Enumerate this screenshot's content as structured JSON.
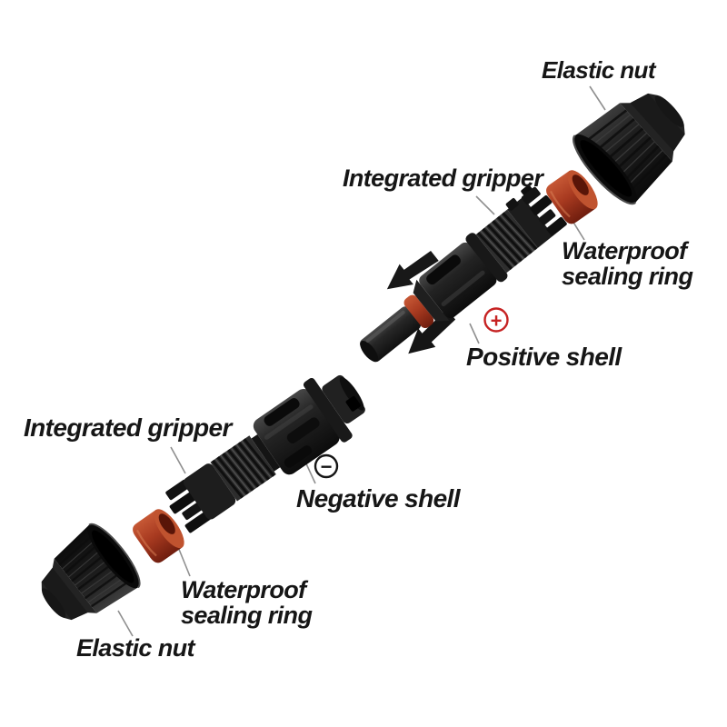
{
  "image_type": "product-exploded-view-photo",
  "subject": "solar panel cable connector pair (positive and negative) with accessories",
  "labels": {
    "elastic_nut_top": "Elastic nut",
    "integrated_gripper_top": "Integrated gripper",
    "waterproof_top_line1": "Waterproof",
    "waterproof_top_line2": "sealing ring",
    "positive_shell": "Positive shell",
    "positive_symbol": "+",
    "integrated_gripper_left": "Integrated gripper",
    "negative_shell": "Negative shell",
    "negative_symbol": "−",
    "waterproof_bottom_line1": "Waterproof",
    "waterproof_bottom_line2": "sealing ring",
    "elastic_nut_bottom": "Elastic nut"
  },
  "colors": {
    "background": "#ffffff",
    "label_text": "#161616",
    "leader_line": "#8f8f8f",
    "positive_accent": "#c62222",
    "negative_accent": "#151515",
    "seal_ring_red": "#a83a20",
    "seal_ring_red_light": "#c65835",
    "seal_ring_red_dark": "#6f1d0e",
    "connector_black": "#1e1e1e"
  }
}
